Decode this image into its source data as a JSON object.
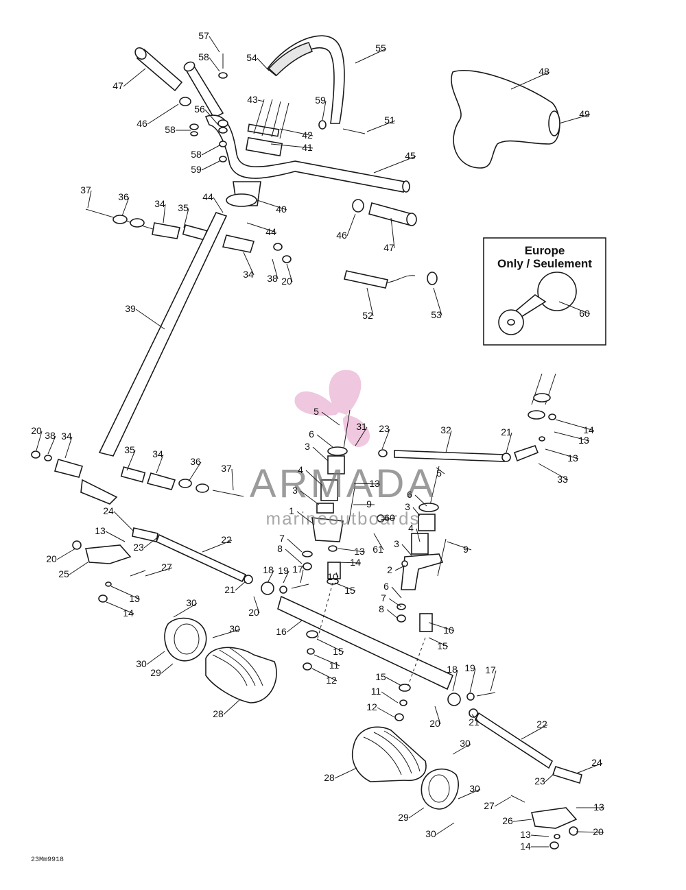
{
  "inset": {
    "line1": "Europe",
    "line2": "Only / Seulement"
  },
  "watermark": {
    "brand": "ARMADA",
    "tagline": "marineoutboards",
    "color": "#e39ac4"
  },
  "figure_code": "23Mm9918",
  "callouts": [
    {
      "id": "c57",
      "text": "57"
    },
    {
      "id": "c58a",
      "text": "58"
    },
    {
      "id": "c54",
      "text": "54"
    },
    {
      "id": "c55",
      "text": "55"
    },
    {
      "id": "c47a",
      "text": "47"
    },
    {
      "id": "c46a",
      "text": "46"
    },
    {
      "id": "c43",
      "text": "43"
    },
    {
      "id": "c59a",
      "text": "59"
    },
    {
      "id": "c56",
      "text": "56"
    },
    {
      "id": "c58b",
      "text": "58"
    },
    {
      "id": "c42",
      "text": "42"
    },
    {
      "id": "c41",
      "text": "41"
    },
    {
      "id": "c58c",
      "text": "58"
    },
    {
      "id": "c59b",
      "text": "59"
    },
    {
      "id": "c51",
      "text": "51"
    },
    {
      "id": "c48",
      "text": "48"
    },
    {
      "id": "c49",
      "text": "49"
    },
    {
      "id": "c45",
      "text": "45"
    },
    {
      "id": "c37a",
      "text": "37"
    },
    {
      "id": "c36a",
      "text": "36"
    },
    {
      "id": "c34a",
      "text": "34"
    },
    {
      "id": "c35a",
      "text": "35"
    },
    {
      "id": "c44a",
      "text": "44"
    },
    {
      "id": "c40",
      "text": "40"
    },
    {
      "id": "c44b",
      "text": "44"
    },
    {
      "id": "c46b",
      "text": "46"
    },
    {
      "id": "c47b",
      "text": "47"
    },
    {
      "id": "c34b",
      "text": "34"
    },
    {
      "id": "c38a",
      "text": "38"
    },
    {
      "id": "c20a",
      "text": "20"
    },
    {
      "id": "c52",
      "text": "52"
    },
    {
      "id": "c53",
      "text": "53"
    },
    {
      "id": "c60",
      "text": "60"
    },
    {
      "id": "c39",
      "text": "39"
    },
    {
      "id": "c14a",
      "text": "14"
    },
    {
      "id": "c13a",
      "text": "13"
    },
    {
      "id": "c13b",
      "text": "13"
    },
    {
      "id": "c33",
      "text": "33"
    },
    {
      "id": "c20b",
      "text": "20"
    },
    {
      "id": "c38b",
      "text": "38"
    },
    {
      "id": "c34c",
      "text": "34"
    },
    {
      "id": "c35b",
      "text": "35"
    },
    {
      "id": "c34d",
      "text": "34"
    },
    {
      "id": "c36b",
      "text": "36"
    },
    {
      "id": "c37b",
      "text": "37"
    },
    {
      "id": "c5a",
      "text": "5"
    },
    {
      "id": "c31",
      "text": "31"
    },
    {
      "id": "c23a",
      "text": "23"
    },
    {
      "id": "c32",
      "text": "32"
    },
    {
      "id": "c21a",
      "text": "21"
    },
    {
      "id": "c6a",
      "text": "6"
    },
    {
      "id": "c3a",
      "text": "3"
    },
    {
      "id": "c4a",
      "text": "4"
    },
    {
      "id": "c13c",
      "text": "13"
    },
    {
      "id": "c3b",
      "text": "3"
    },
    {
      "id": "c9a",
      "text": "9"
    },
    {
      "id": "c5b",
      "text": "5"
    },
    {
      "id": "c6b",
      "text": "6"
    },
    {
      "id": "c3c",
      "text": "3"
    },
    {
      "id": "c1",
      "text": "1"
    },
    {
      "id": "c60b",
      "text": "60"
    },
    {
      "id": "c4b",
      "text": "4"
    },
    {
      "id": "c24a",
      "text": "24"
    },
    {
      "id": "c13d",
      "text": "13"
    },
    {
      "id": "c23b",
      "text": "23"
    },
    {
      "id": "c22a",
      "text": "22"
    },
    {
      "id": "c20c",
      "text": "20"
    },
    {
      "id": "c25",
      "text": "25"
    },
    {
      "id": "c27a",
      "text": "27"
    },
    {
      "id": "c7a",
      "text": "7"
    },
    {
      "id": "c8a",
      "text": "8"
    },
    {
      "id": "c13e",
      "text": "13"
    },
    {
      "id": "c61",
      "text": "61"
    },
    {
      "id": "c14b",
      "text": "14"
    },
    {
      "id": "c3d",
      "text": "3"
    },
    {
      "id": "c9b",
      "text": "9"
    },
    {
      "id": "c18a",
      "text": "18"
    },
    {
      "id": "c19a",
      "text": "19"
    },
    {
      "id": "c17a",
      "text": "17"
    },
    {
      "id": "c10a",
      "text": "10"
    },
    {
      "id": "c2",
      "text": "2"
    },
    {
      "id": "c21b",
      "text": "21"
    },
    {
      "id": "c15a",
      "text": "15"
    },
    {
      "id": "c13f",
      "text": "13"
    },
    {
      "id": "c20d",
      "text": "20"
    },
    {
      "id": "c14c",
      "text": "14"
    },
    {
      "id": "c6c",
      "text": "6"
    },
    {
      "id": "c7b",
      "text": "7"
    },
    {
      "id": "c8b",
      "text": "8"
    },
    {
      "id": "c30a",
      "text": "30"
    },
    {
      "id": "c16",
      "text": "16"
    },
    {
      "id": "c10b",
      "text": "10"
    },
    {
      "id": "c30b",
      "text": "30"
    },
    {
      "id": "c15b",
      "text": "15"
    },
    {
      "id": "c15c",
      "text": "15"
    },
    {
      "id": "c30c",
      "text": "30"
    },
    {
      "id": "c29a",
      "text": "29"
    },
    {
      "id": "c11a",
      "text": "11"
    },
    {
      "id": "c12a",
      "text": "12"
    },
    {
      "id": "c18b",
      "text": "18"
    },
    {
      "id": "c19b",
      "text": "19"
    },
    {
      "id": "c17b",
      "text": "17"
    },
    {
      "id": "c15d",
      "text": "15"
    },
    {
      "id": "c28a",
      "text": "28"
    },
    {
      "id": "c11b",
      "text": "11"
    },
    {
      "id": "c12b",
      "text": "12"
    },
    {
      "id": "c20e",
      "text": "20"
    },
    {
      "id": "c21c",
      "text": "21"
    },
    {
      "id": "c22b",
      "text": "22"
    },
    {
      "id": "c30d",
      "text": "30"
    },
    {
      "id": "c24b",
      "text": "24"
    },
    {
      "id": "c28b",
      "text": "28"
    },
    {
      "id": "c23c",
      "text": "23"
    },
    {
      "id": "c30e",
      "text": "30"
    },
    {
      "id": "c27b",
      "text": "27"
    },
    {
      "id": "c13g",
      "text": "13"
    },
    {
      "id": "c29b",
      "text": "29"
    },
    {
      "id": "c26",
      "text": "26"
    },
    {
      "id": "c20f",
      "text": "20"
    },
    {
      "id": "c13h",
      "text": "13"
    },
    {
      "id": "c30f",
      "text": "30"
    },
    {
      "id": "c14d",
      "text": "14"
    }
  ]
}
